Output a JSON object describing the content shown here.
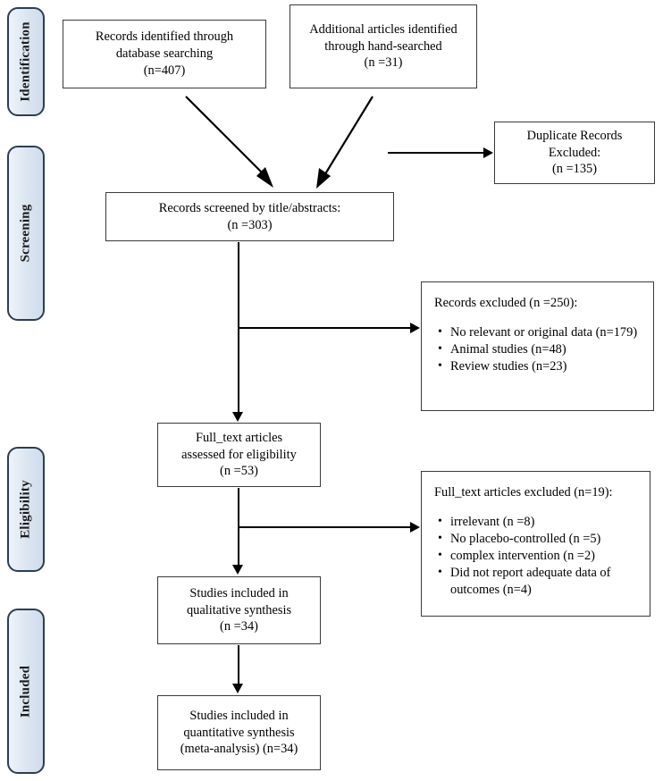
{
  "diagram": {
    "type": "prisma-flow-diagram",
    "title": "",
    "stages": [
      {
        "id": "identification",
        "label": "Identification"
      },
      {
        "id": "screening",
        "label": "Screening"
      },
      {
        "id": "eligibility",
        "label": "Eligibility"
      },
      {
        "id": "included",
        "label": "Included"
      }
    ],
    "boxes": {
      "database_records": {
        "lines": [
          "Records identified through",
          "database searching",
          "(n=407)"
        ]
      },
      "hand_searched": {
        "lines": [
          "Additional articles identified",
          "through hand-searched",
          "(n =31)"
        ]
      },
      "duplicates_excluded": {
        "lines": [
          "Duplicate Records",
          "Excluded:",
          "(n =135)"
        ]
      },
      "records_screened": {
        "lines": [
          "Records screened by title/abstracts:",
          "(n =303)"
        ]
      },
      "records_excluded": {
        "heading": "Records excluded (n =250):",
        "items": [
          "No relevant or original data (n=179)",
          "Animal studies  (n=48)",
          "Review studies  (n=23)"
        ]
      },
      "fulltext_assessed": {
        "lines": [
          "Full_text articles",
          "assessed for eligibility",
          "(n =53)"
        ]
      },
      "fulltext_excluded": {
        "heading": "Full_text articles excluded (n=19):",
        "items": [
          "irrelevant (n =8)",
          "No placebo-controlled (n =5)",
          "complex intervention (n =2)",
          "Did not report adequate data of outcomes (n=4)"
        ]
      },
      "qualitative_synthesis": {
        "lines": [
          "Studies included in",
          "qualitative synthesis",
          "(n =34)"
        ]
      },
      "quantitative_synthesis": {
        "lines": [
          "Studies included in",
          "quantitative synthesis",
          "(meta-analysis) (n=34)"
        ]
      }
    },
    "colors": {
      "stage_fill": "#dce6f2",
      "stage_border": "#2c3e50",
      "box_border": "#3a3a3a",
      "connector": "#000000",
      "text": "#000000",
      "background": "#ffffff"
    }
  }
}
